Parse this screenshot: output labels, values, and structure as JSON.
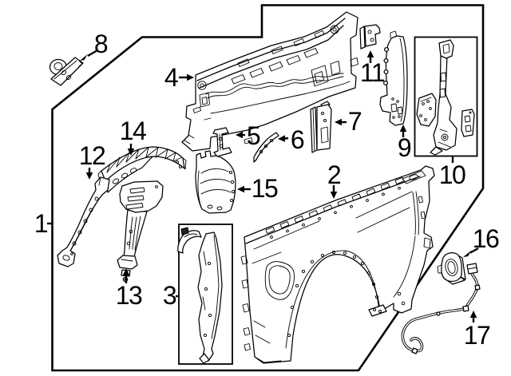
{
  "colors": {
    "background": "#ffffff",
    "line": "#000000"
  },
  "labels": [
    {
      "id": 1,
      "text": "1"
    },
    {
      "id": 2,
      "text": "2"
    },
    {
      "id": 3,
      "text": "3"
    },
    {
      "id": 4,
      "text": "4"
    },
    {
      "id": 5,
      "text": "5"
    },
    {
      "id": 6,
      "text": "6"
    },
    {
      "id": 7,
      "text": "7"
    },
    {
      "id": 8,
      "text": "8"
    },
    {
      "id": 9,
      "text": "9"
    },
    {
      "id": 10,
      "text": "10"
    },
    {
      "id": 11,
      "text": "11"
    },
    {
      "id": 12,
      "text": "12"
    },
    {
      "id": 13,
      "text": "13"
    },
    {
      "id": 14,
      "text": "14"
    },
    {
      "id": 15,
      "text": "15"
    },
    {
      "id": 16,
      "text": "16"
    },
    {
      "id": 17,
      "text": "17"
    }
  ]
}
